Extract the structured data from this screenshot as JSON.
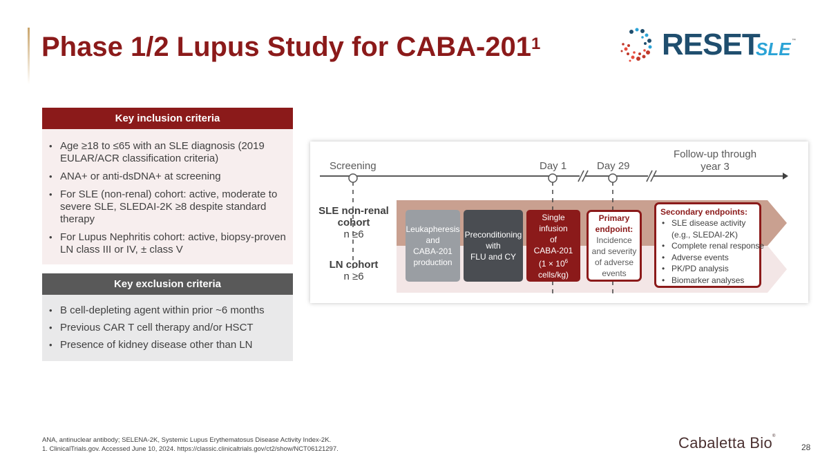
{
  "slide": {
    "title": "Phase 1/2 Lupus Study for CABA-201",
    "title_sup": "1",
    "page_number": "28"
  },
  "logo": {
    "reset": "RESET",
    "sle": "SLE",
    "tm": "™"
  },
  "inclusion": {
    "header": "Key inclusion criteria",
    "items": [
      "Age ≥18 to ≤65 with an SLE diagnosis (2019 EULAR/ACR classification criteria)",
      "ANA+ or anti-dsDNA+ at screening",
      "For SLE (non-renal) cohort: active, moderate to severe SLE, SLEDAI-2K ≥8 despite standard therapy",
      "For Lupus Nephritis cohort: active, biopsy-proven LN class III or IV, ± class V"
    ]
  },
  "exclusion": {
    "header": "Key exclusion criteria",
    "items": [
      "B cell-depleting agent within prior ~6 months",
      "Previous CAR T cell therapy and/or HSCT",
      "Presence of kidney disease other than LN"
    ]
  },
  "timeline": {
    "screening": "Screening",
    "day1": "Day 1",
    "day29": "Day 29",
    "followup_line1": "Follow-up through",
    "followup_line2": "year 3"
  },
  "cohorts": {
    "sle_line1": "SLE non-renal",
    "sle_line2": "cohort",
    "sle_n": "n ≥6",
    "ln_line1": "LN cohort",
    "ln_n": "n ≥6"
  },
  "steps": {
    "leuk": [
      "Leukapheresis",
      "and",
      "CABA-201",
      "production"
    ],
    "prec": [
      "Preconditioning",
      "with",
      "FLU and CY"
    ],
    "inf": [
      "Single infusion",
      "of",
      "CABA-201",
      "(1 × 10",
      "6",
      " cells/kg)"
    ],
    "primary_title": [
      "Primary",
      "endpoint:"
    ],
    "primary_body": [
      "Incidence",
      "and severity",
      "of adverse",
      "events"
    ],
    "secondary_title": "Secondary endpoints:",
    "secondary_items": [
      "SLE disease activity",
      "(e.g., SLEDAI-2K)",
      "Complete renal response",
      "Adverse events",
      "PK/PD analysis",
      "Biomarker analyses"
    ]
  },
  "footer": {
    "line1": "ANA, antinuclear antibody; SELENA-2K, Systemic Lupus Erythematosus Disease Activity Index-2K.",
    "line2": "1. ClinicalTrials.gov. Accessed June 10, 2024. https://classic.clinicaltrials.gov/ct2/show/NCT06121297.",
    "company": "Cabaletta Bio",
    "company_mark": "®"
  },
  "colors": {
    "brand_red": "#8b1a1a",
    "dark_gray": "#595959",
    "logo_navy": "#1f4e6e",
    "logo_blue": "#2ba3d6"
  }
}
